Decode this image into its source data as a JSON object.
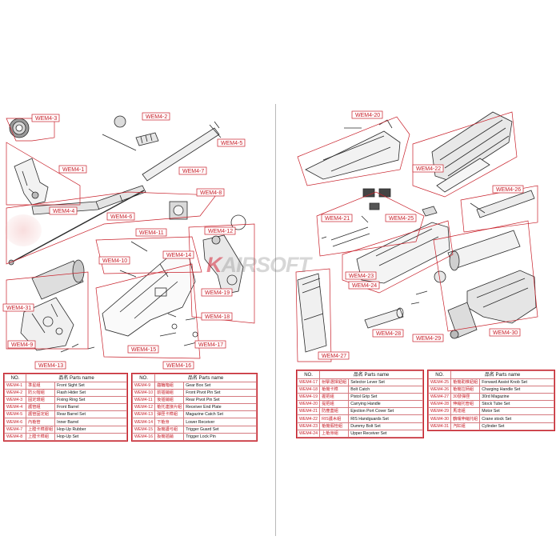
{
  "callouts": {
    "c1": "WEM4-3",
    "c2": "WEM4-2",
    "c3": "WEM4-5",
    "c4": "WEM4-1",
    "c5": "WEM4-7",
    "c6": "WEM4-8",
    "c7": "WEM4-4",
    "c8": "WEM4-6",
    "c9": "WEM4-11",
    "c10": "WEM4-12",
    "c11": "WEM4-10",
    "c12": "WEM4-14",
    "c13": "WEM4-19",
    "c14": "WEM4-31",
    "c15": "WEM4-18",
    "c16": "WEM4-9",
    "c17": "WEM4-17",
    "c18": "WEM4-15",
    "c19": "WEM4-13",
    "c20": "WEM4-16",
    "c21": "WEM4-20",
    "c22": "WEM4-22",
    "c23": "WEM4-26",
    "c24": "WEM4-21",
    "c25": "WEM4-25",
    "c26": "WEM4-23",
    "c27": "WEM4-24",
    "c28": "WEM4-28",
    "c29": "WEM4-30",
    "c30": "WEM4-29",
    "c31": "WEM4-27"
  },
  "logo": {
    "mark": "K",
    "text": "AIRSOFT"
  },
  "tables": {
    "header": {
      "no": "NO.",
      "cn": "品名",
      "en": "Parts name"
    },
    "t1": [
      {
        "no": "WEM4-1",
        "cn": "準星組",
        "en": "Front Sight Set"
      },
      {
        "no": "WEM4-2",
        "cn": "防火帽組",
        "en": "Flash Hider Set"
      },
      {
        "no": "WEM4-3",
        "cn": "固定環組",
        "en": "Fixing Ring Set"
      },
      {
        "no": "WEM4-4",
        "cn": "護管組",
        "en": "Front Barrel"
      },
      {
        "no": "WEM4-5",
        "cn": "護管固定組",
        "en": "Rear Barrel Set"
      },
      {
        "no": "WEM4-6",
        "cn": "內槍管",
        "en": "Inner Barrel"
      },
      {
        "no": "WEM4-7",
        "cn": "上膛卡榫膠組",
        "en": "Hop-Up Rubber"
      },
      {
        "no": "WEM4-8",
        "cn": "上膛卡榫組",
        "en": "Hop-Up Set"
      }
    ],
    "t2": [
      {
        "no": "WEM4-9",
        "cn": "齒輪箱組",
        "en": "Gear Box Set"
      },
      {
        "no": "WEM4-10",
        "cn": "前插銷組",
        "en": "Front Pivot Pin Set"
      },
      {
        "no": "WEM4-11",
        "cn": "後插銷組",
        "en": "Rear Pivot Pin Set"
      },
      {
        "no": "WEM4-12",
        "cn": "槍托連接片組",
        "en": "Receiver End Plate"
      },
      {
        "no": "WEM4-13",
        "cn": "彈匣卡榫組",
        "en": "Magazine Catch Set"
      },
      {
        "no": "WEM4-14",
        "cn": "下槍身",
        "en": "Lower Receiver"
      },
      {
        "no": "WEM4-15",
        "cn": "扳機護弓組",
        "en": "Trigger Guard Set"
      },
      {
        "no": "WEM4-16",
        "cn": "扳機插銷",
        "en": "Trigger Lock Pin"
      }
    ],
    "t3": [
      {
        "no": "WEM4-17",
        "cn": "射擊選擇鈕組",
        "en": "Selector Lever Set"
      },
      {
        "no": "WEM4-18",
        "cn": "槍機卡榫",
        "en": "Bolt Catch"
      },
      {
        "no": "WEM4-19",
        "cn": "握把組",
        "en": "Pistol Grip Set"
      },
      {
        "no": "WEM4-20",
        "cn": "提把組",
        "en": "Carrying Handle"
      },
      {
        "no": "WEM4-21",
        "cn": "防塵蓋組",
        "en": "Ejection Port Cover Set"
      },
      {
        "no": "WEM4-22",
        "cn": "RIS護木組",
        "en": "RIS Handguards Set"
      },
      {
        "no": "WEM4-23",
        "cn": "槍機假栓組",
        "en": "Dummy Bolt Set"
      },
      {
        "no": "WEM4-24",
        "cn": "上槍身組",
        "en": "Upper Receiver Set"
      }
    ],
    "t4": [
      {
        "no": "WEM4-25",
        "cn": "槍機助推鈕組",
        "en": "Forward Assist Knob Set"
      },
      {
        "no": "WEM4-26",
        "cn": "槍機拉柄組",
        "en": "Charging Handle Set"
      },
      {
        "no": "WEM4-27",
        "cn": "30發彈匣",
        "en": "30rd Magazine"
      },
      {
        "no": "WEM4-28",
        "cn": "伸縮托管組",
        "en": "Stock Tube Set"
      },
      {
        "no": "WEM4-29",
        "cn": "馬達組",
        "en": "Motor Set"
      },
      {
        "no": "WEM4-30",
        "cn": "鶴嘴伸縮托組",
        "en": "Crane stock Set"
      },
      {
        "no": "WEM4-31",
        "cn": "汽缸組",
        "en": "Cylinder Set"
      }
    ]
  }
}
